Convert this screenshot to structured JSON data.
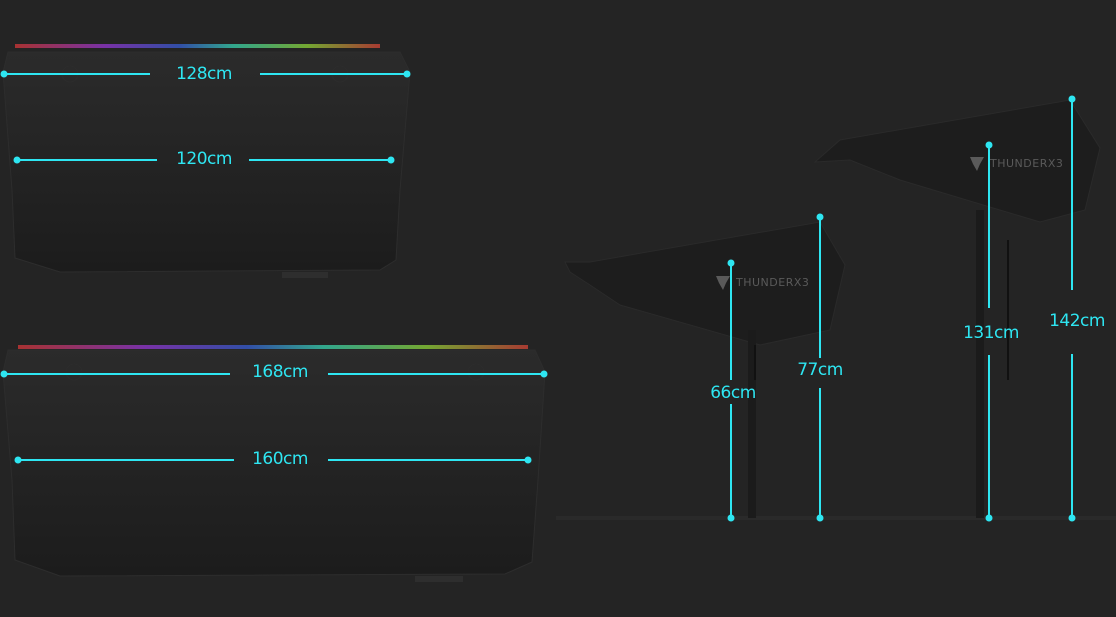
{
  "colors": {
    "background": "#242424",
    "accent": "#2ee6f2",
    "desk_surface": "#1f1f1f",
    "desk_edge": "#2a2a2a",
    "logo": "#5a5a5a"
  },
  "desks": {
    "small": {
      "outer_width": "128cm",
      "inner_width": "120cm"
    },
    "large": {
      "outer_width": "168cm",
      "inner_width": "160cm"
    }
  },
  "heights": {
    "low_min": "66cm",
    "low_max": "77cm",
    "high_min": "131cm",
    "high_max": "142cm"
  },
  "brand": {
    "name": "THUNDERX3",
    "icon": "thunderx3-logo-icon"
  }
}
